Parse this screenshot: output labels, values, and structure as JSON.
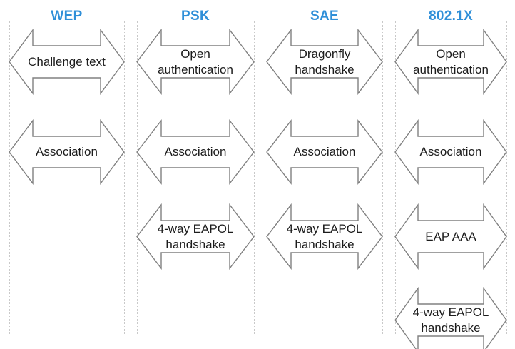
{
  "diagram": {
    "title_row": {
      "headers": [
        {
          "label": "WEP",
          "color": "#2f8fd8"
        },
        {
          "label": "PSK",
          "color": "#2f8fd8"
        },
        {
          "label": "SAE",
          "color": "#2f8fd8"
        },
        {
          "label": "802.1X",
          "color": "#2f8fd8"
        }
      ]
    },
    "columns": [
      {
        "name": "WEP",
        "steps": [
          {
            "label": "Challenge text"
          },
          {
            "label": "Association"
          }
        ]
      },
      {
        "name": "PSK",
        "steps": [
          {
            "label": "Open\nauthentication"
          },
          {
            "label": "Association"
          },
          {
            "label": "4-way EAPOL\nhandshake"
          }
        ]
      },
      {
        "name": "SAE",
        "steps": [
          {
            "label": "Dragonfly\nhandshake"
          },
          {
            "label": "Association"
          },
          {
            "label": "4-way EAPOL\nhandshake"
          }
        ]
      },
      {
        "name": "802.1X",
        "steps": [
          {
            "label": "Open\nauthentication"
          },
          {
            "label": "Association"
          },
          {
            "label": "EAP AAA"
          },
          {
            "label": "4-way EAPOL\nhandshake"
          }
        ]
      }
    ],
    "style": {
      "arrow_stroke": "#808080",
      "arrow_fill": "#ffffff",
      "divider_color": "#c9c9c9",
      "label_color": "#1c1c1c",
      "header_color": "#2f8fd8",
      "background": "#ffffff"
    }
  }
}
